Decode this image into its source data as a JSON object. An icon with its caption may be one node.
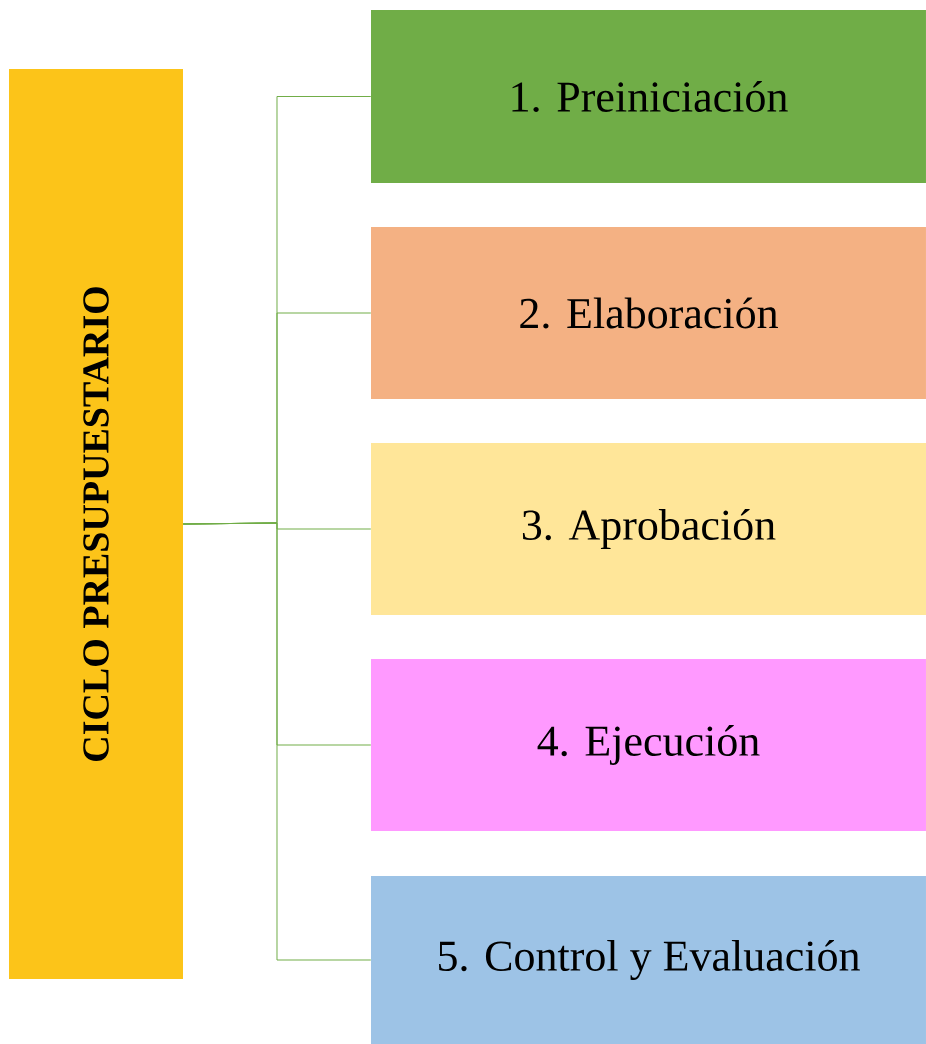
{
  "diagram": {
    "nodes": [
      {
        "text": [
          "CICLO PRESUPUESTARIO"
        ]
      },
      {
        "text": [
          "1. Preiniciación"
        ]
      },
      {
        "text": [
          "2. Elaboración"
        ]
      },
      {
        "text": [
          "3. Aprobación"
        ]
      },
      {
        "text": [
          "4. Ejecución"
        ]
      },
      {
        "text": [
          "5. Control y Evaluación"
        ]
      }
    ],
    "edges": [
      {
        "from": 0,
        "to": 1,
        "arrow": "none"
      },
      {
        "from": 0,
        "to": 2,
        "arrow": "none"
      },
      {
        "from": 0,
        "to": 3,
        "arrow": "none"
      },
      {
        "from": 0,
        "to": 4,
        "arrow": "none"
      },
      {
        "from": 0,
        "to": 5,
        "arrow": "none"
      }
    ]
  }
}
